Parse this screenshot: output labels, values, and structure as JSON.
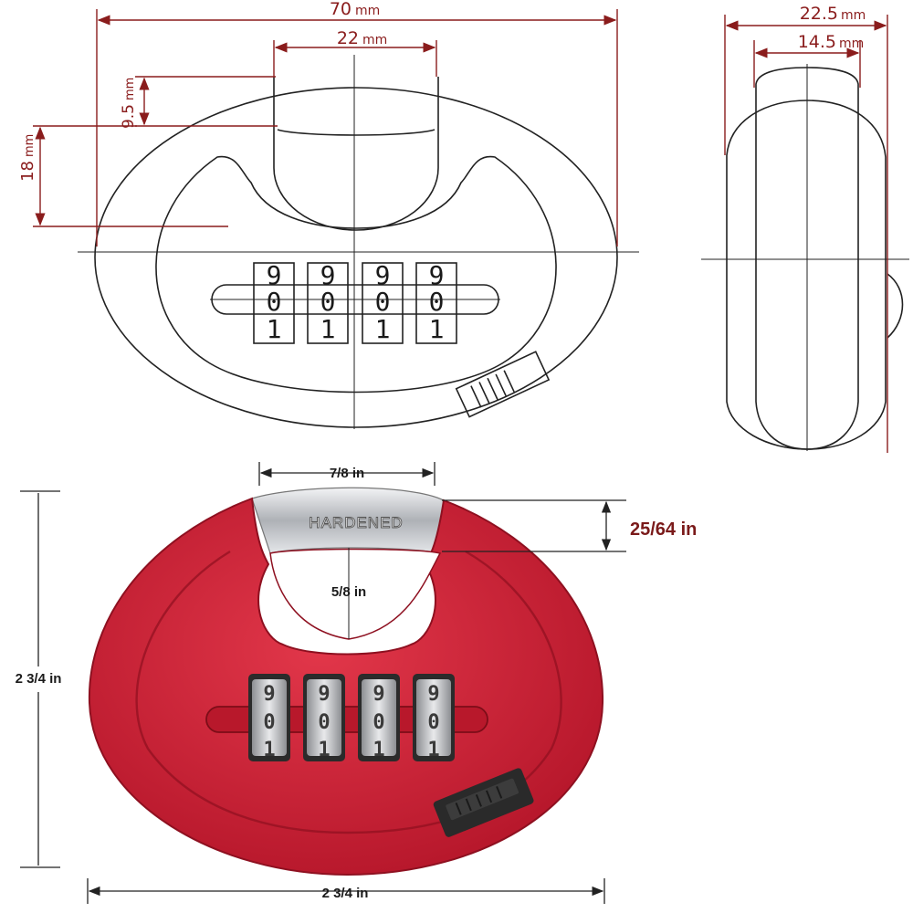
{
  "drawing": {
    "width_top": "70",
    "shackle_gap_top": "22",
    "shackle_drop_top": "9.5",
    "body_top_height": "18",
    "side_outer": "22.5",
    "side_inner": "14.5",
    "unit_mm": "mm",
    "dial_digits": {
      "row1": [
        "9",
        "9",
        "9",
        "9"
      ],
      "row2": [
        "0",
        "0",
        "0",
        "0"
      ],
      "row3": [
        "1",
        "1",
        "1",
        "1"
      ]
    }
  },
  "photo": {
    "shackle_text": "HARDENED",
    "width_label": "7/8 in",
    "gap_label": "5/8 in",
    "shackle_height_label": "25/64 in",
    "height_label": "2 3/4 in",
    "bottom_width_label": "2 3/4 in",
    "colors": {
      "body": "#d6283a",
      "body_dark": "#a8141f",
      "steel": "#c9cbcf",
      "button": "#2a2a2a"
    }
  }
}
